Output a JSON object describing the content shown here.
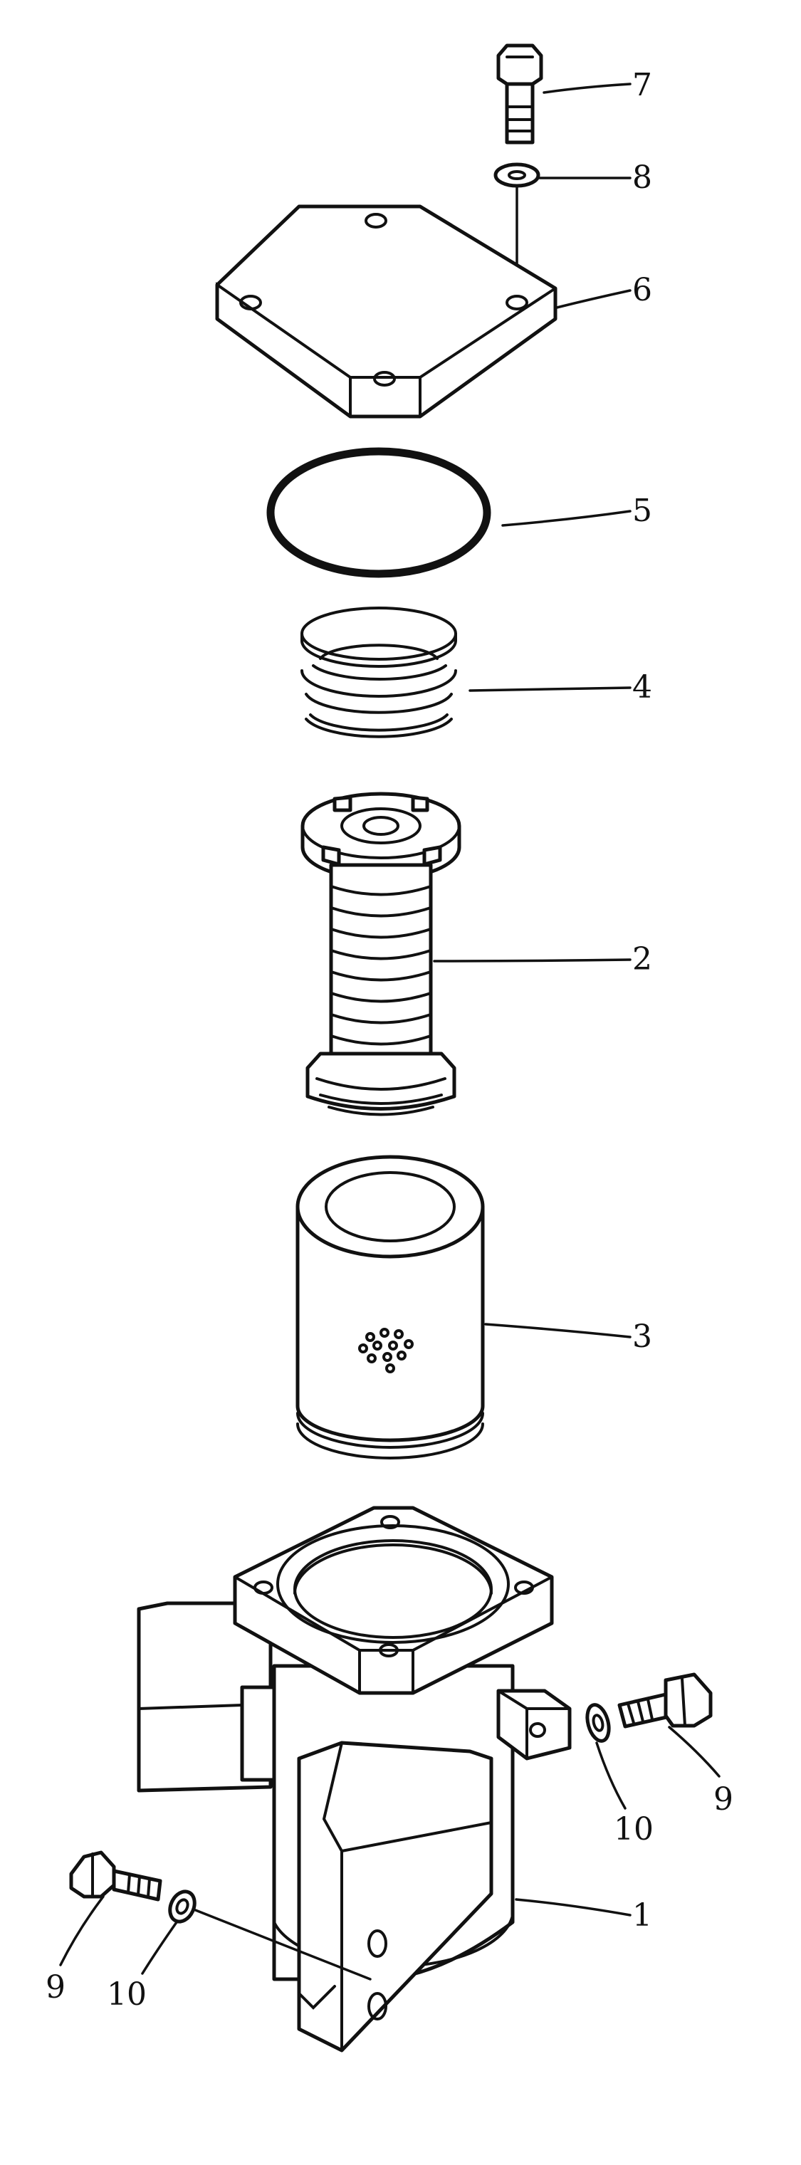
{
  "callouts": {
    "p1": "1",
    "p2": "2",
    "p3": "3",
    "p4": "4",
    "p5": "5",
    "p6": "6",
    "p7": "7",
    "p8": "8",
    "p9_right": "9",
    "p10_right": "10",
    "p9_left": "9",
    "p10_left": "10"
  },
  "colors": {
    "ink": "#111111",
    "paper": "#ffffff"
  }
}
